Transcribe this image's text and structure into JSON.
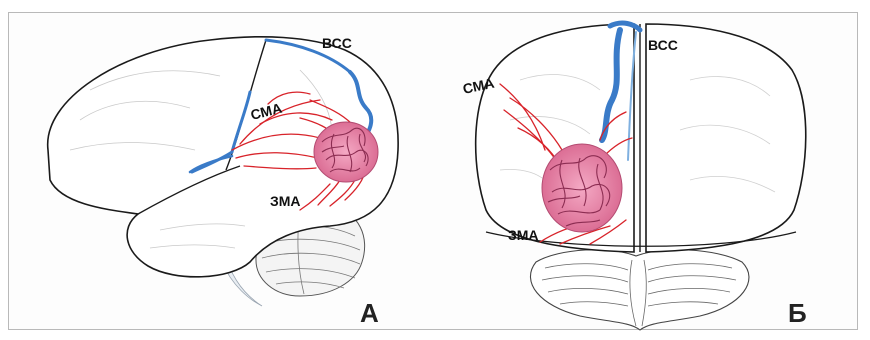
{
  "panels": [
    {
      "letter": "А",
      "labels": {
        "vein": "ВСС",
        "middle_artery": "СМА",
        "posterior_artery": "ЗМА"
      }
    },
    {
      "letter": "Б",
      "labels": {
        "vein": "ВСС",
        "middle_artery": "СМА",
        "posterior_artery": "ЗМА"
      }
    }
  ],
  "colors": {
    "vein": "#3a7bc8",
    "artery": "#d8232a",
    "malformation": "#e07aa0",
    "outline": "#1a1a1a"
  }
}
